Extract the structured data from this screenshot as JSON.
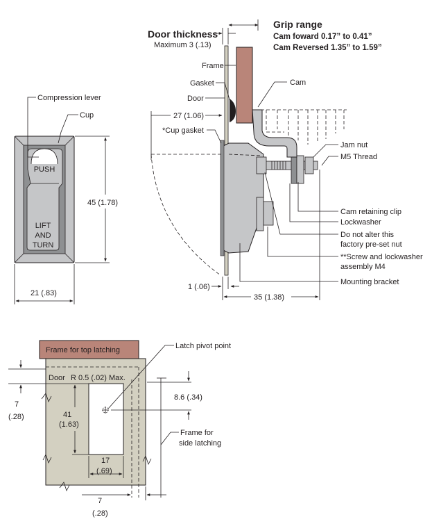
{
  "colors": {
    "frame_brown": "#b98579",
    "metal_gray": "#c5c6c8",
    "cup_dark": "#8e9092",
    "door_beige": "#d3d0c1",
    "line": "#231f20"
  },
  "lever_view": {
    "compression_lever": "Compression lever",
    "cup": "Cup",
    "push": "PUSH",
    "lift": "LIFT",
    "and": "AND",
    "turn": "TURN",
    "height_dim": "45 (1.78)",
    "width_dim": "21 (.83)"
  },
  "side_view": {
    "door_thickness_title": "Door thickness",
    "door_thickness_max": "Maximum 3 (.13)",
    "grip_range_title": "Grip range",
    "cam_forward": "Cam foward   0.17” to 0.41”",
    "cam_reversed": "Cam Reversed  1.35” to 1.59”",
    "frame": "Frame",
    "gasket": "Gasket",
    "door": "Door",
    "cam": "Cam",
    "dim_27": "27 (1.06)",
    "cup_gasket": "*Cup gasket",
    "jam_nut": "Jam nut",
    "m5_thread": "M5 Thread",
    "cam_retaining_clip": "Cam retaining clip",
    "lockwasher": "Lockwasher",
    "do_not_alter_1": "Do not alter this",
    "do_not_alter_2": "factory pre-set nut",
    "screw_1": "**Screw and lockwasher",
    "screw_2": "assembly M4",
    "mounting_bracket": "Mounting bracket",
    "dim_1": "1 (.06)",
    "dim_35": "35 (1.38)"
  },
  "cutout_view": {
    "frame_top": "Frame for top latching",
    "latch_pivot": "Latch pivot point",
    "door": "Door",
    "radius": "R 0.5 (.02) Max.",
    "dim_7_a": "7",
    "dim_7_a_in": "(.28)",
    "dim_41": "41",
    "dim_41_in": "(1.63)",
    "dim_86": "8.6 (.34)",
    "frame_side_1": "Frame for",
    "frame_side_2": "side latching",
    "dim_17": "17",
    "dim_17_in": "(.69)",
    "dim_7_b": "7",
    "dim_7_b_in": "(.28)"
  }
}
